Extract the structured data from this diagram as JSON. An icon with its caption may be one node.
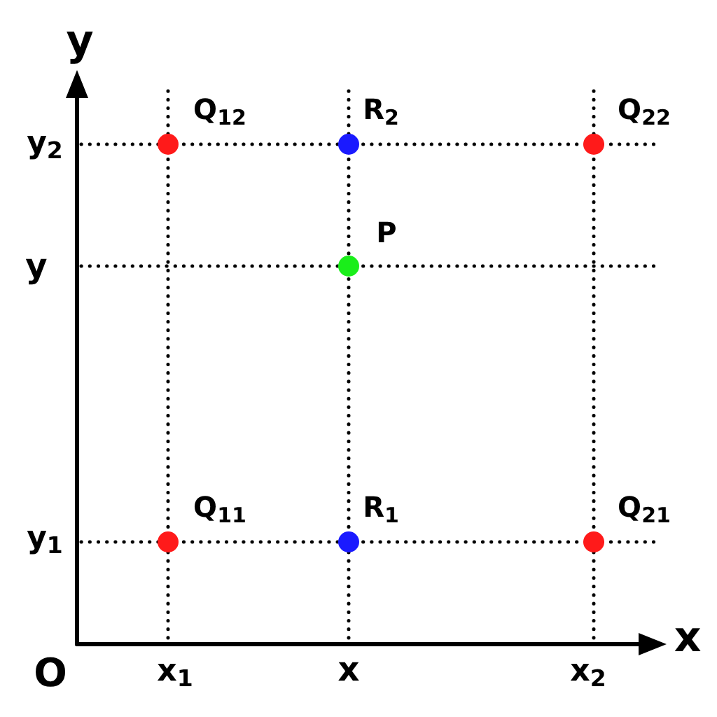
{
  "diagram": {
    "labels": [
      "y",
      "Q$_{12}$",
      "R$_{2}$",
      "Q$_{22}$",
      "y$_{2}$",
      "P",
      "y",
      "Q$_{11}$",
      "R$_{1}$",
      "Q$_{21}$",
      "y$_{1}$",
      "x",
      "O",
      "x$_{1}$",
      "x",
      "x$_{2}$"
    ]
  }
}
